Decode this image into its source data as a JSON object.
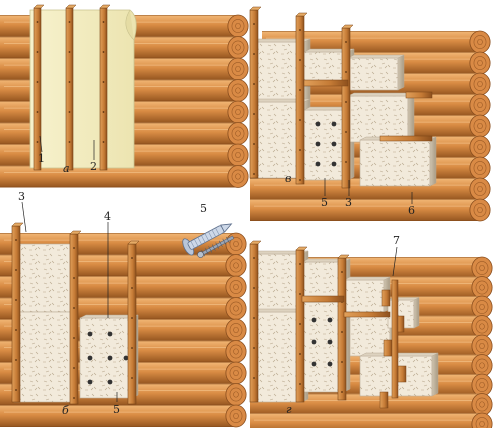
{
  "panels": {
    "a": {
      "letter": "а"
    },
    "b": {
      "letter": "б"
    },
    "v": {
      "letter": "в"
    },
    "g": {
      "letter": "г"
    }
  },
  "callouts": {
    "one": "1",
    "two": "2",
    "three_b": "3",
    "three_v": "3",
    "four": "4",
    "five_b": "5",
    "five_v": "5",
    "five_fastener": "5",
    "six": "6",
    "seven": "7"
  },
  "colors": {
    "log_light": "#e9a35c",
    "log_mid": "#c97a34",
    "log_dark": "#8a4e1e",
    "log_end": "#d98a45",
    "ring": "#9b5a25",
    "stud": "#c8823c",
    "stud_edge": "#7a4516",
    "membrane": "#f4efc4",
    "membrane_edge": "#c9c28e",
    "wool": "#f1e9da",
    "wool_fleck": "#bfae95",
    "wool_edge": "#b9ab96",
    "dowel_head": "#333333",
    "fastener": "#9fb0c8"
  }
}
